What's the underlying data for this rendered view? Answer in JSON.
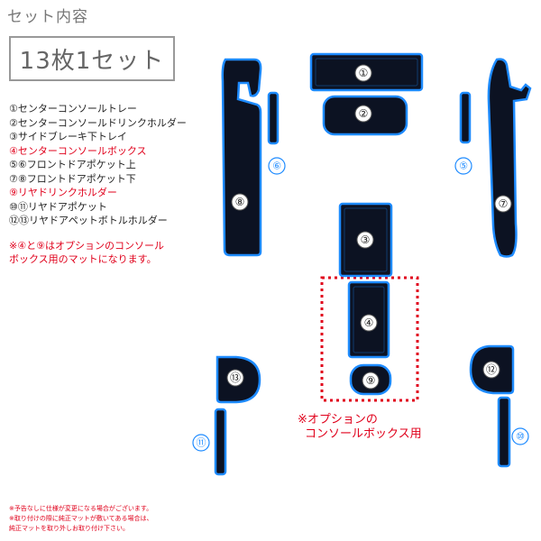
{
  "header": {
    "title": "セット内容",
    "badge": "13枚1セット"
  },
  "parts_list": [
    {
      "text": "①センターコンソールトレー",
      "highlight": false
    },
    {
      "text": "②センターコンソールドリンクホルダー",
      "highlight": false
    },
    {
      "text": "③サイドブレーキ下トレイ",
      "highlight": false
    },
    {
      "text": "④センターコンソールボックス",
      "highlight": true
    },
    {
      "text": "⑤⑥フロントドアポケット上",
      "highlight": false
    },
    {
      "text": "⑦⑧フロントドアポケット下",
      "highlight": false
    },
    {
      "text": "⑨リヤドリンクホルダー",
      "highlight": true
    },
    {
      "text": "⑩⑪リヤドアポケット",
      "highlight": false
    },
    {
      "text": "⑫⑬リヤドアペットボトルホルダー",
      "highlight": false
    }
  ],
  "option_note": {
    "line1": "※④と⑨はオプションのコンソール",
    "line2": "ボックス用のマットになります。"
  },
  "option_label": {
    "line1": "※オプションの",
    "line2": "コンソールボックス用"
  },
  "footer": {
    "line1": "※予告なしに仕様が変更になる場合がございます。",
    "line2": "※取り付けの際に純正マットが敷いてある場合は、",
    "line3": "純正マットを取り外しお取り付け下さい。"
  },
  "mat_numbers": {
    "n1": "①",
    "n2": "②",
    "n3": "③",
    "n4": "④",
    "n5": "⑤",
    "n6": "⑥",
    "n7": "⑦",
    "n8": "⑧",
    "n9": "⑨",
    "n10": "⑩",
    "n11": "⑪",
    "n12": "⑫",
    "n13": "⑬"
  },
  "colors": {
    "accent": "#1e8bff",
    "mat": "#0c1222",
    "warning": "#e0001b"
  }
}
